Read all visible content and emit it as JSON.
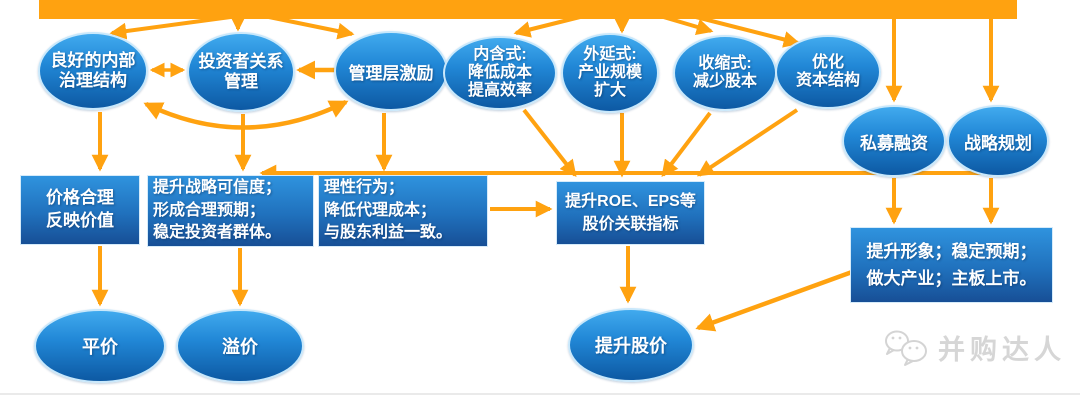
{
  "diagram": {
    "ellipses": [
      {
        "id": "governance",
        "label": "良好的内部\n治理结构"
      },
      {
        "id": "investor",
        "label": "投资者关系\n管理"
      },
      {
        "id": "incentive",
        "label": "管理层激励"
      },
      {
        "id": "organic",
        "label": "内含式:\n降低成本\n提高效率"
      },
      {
        "id": "extension",
        "label": "外延式:\n产业规模\n扩大"
      },
      {
        "id": "contraction",
        "label": "收缩式:\n减少股本"
      },
      {
        "id": "capital",
        "label": "优化\n资本结构"
      },
      {
        "id": "private",
        "label": "私募融资"
      },
      {
        "id": "strategic",
        "label": "战略规划"
      },
      {
        "id": "par",
        "label": "平价"
      },
      {
        "id": "premium",
        "label": "溢价"
      },
      {
        "id": "boost",
        "label": "提升股价"
      }
    ],
    "boxes": [
      {
        "id": "fairprice",
        "label": "价格合理\n反映价值"
      },
      {
        "id": "credibility",
        "label": "提升战略可信度；\n形成合理预期；\n稳定投资者群体。"
      },
      {
        "id": "rational",
        "label": "理性行为；\n降低代理成本；\n与股东利益一致。"
      },
      {
        "id": "roe",
        "label": "提升ROE、EPS等\n股价关联指标"
      },
      {
        "id": "image",
        "label": "提升形象；稳定预期；\n做大产业；主板上市。"
      }
    ],
    "watermark": {
      "icon": "wechat-icon",
      "text": "并购达人"
    },
    "colors": {
      "accent_orange": "#FFA210",
      "node_blue_light": "#41AAEE",
      "node_blue_dark": "#0D59A3",
      "node_border": "#C9E8FB",
      "text_white": "#FFFFFF",
      "watermark_gray": "#D6D6D6"
    }
  }
}
